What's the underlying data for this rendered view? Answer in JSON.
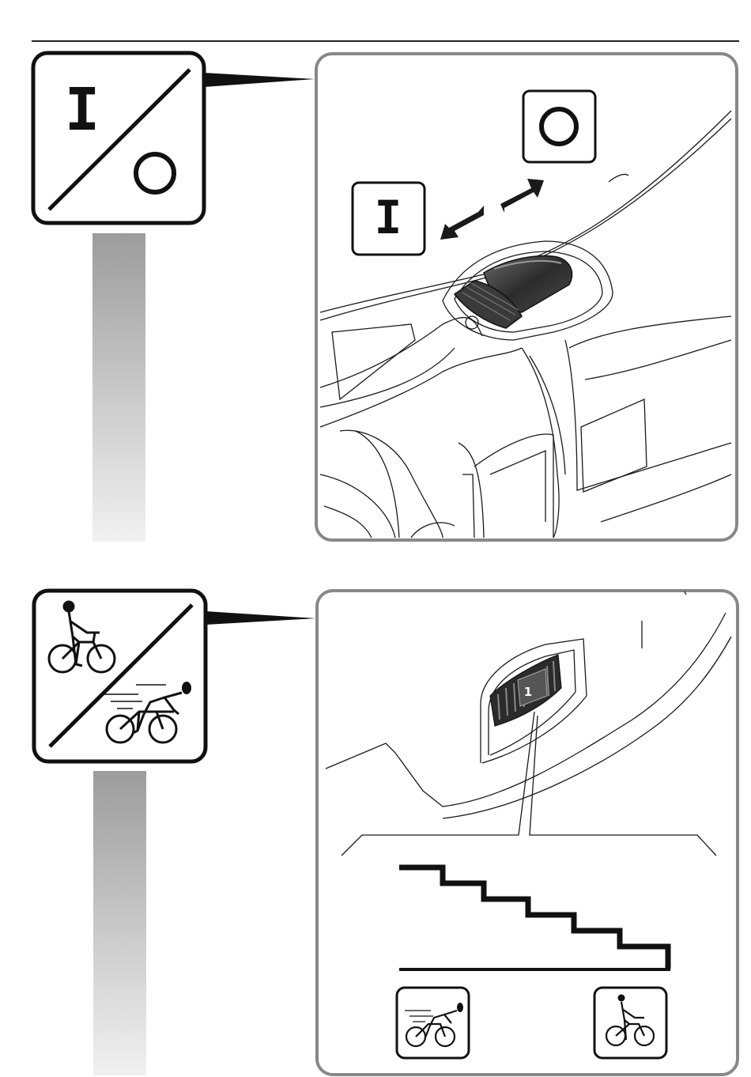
{
  "section_switch": {
    "icon_on_label": "I",
    "icon_off_label": "O",
    "detail_on_label": "I",
    "detail_off_label": "O",
    "icon_name": "power-switch-icon"
  },
  "section_assist": {
    "selector_value": "1",
    "icon_name": "assist-level-icon",
    "slow_icon_name": "leisure-cyclist-icon",
    "fast_icon_name": "racing-cyclist-icon",
    "step_count": 6
  },
  "colors": {
    "frame": "#888888",
    "line": "#1a1a1a",
    "dark_button": "#3a3a3a"
  }
}
